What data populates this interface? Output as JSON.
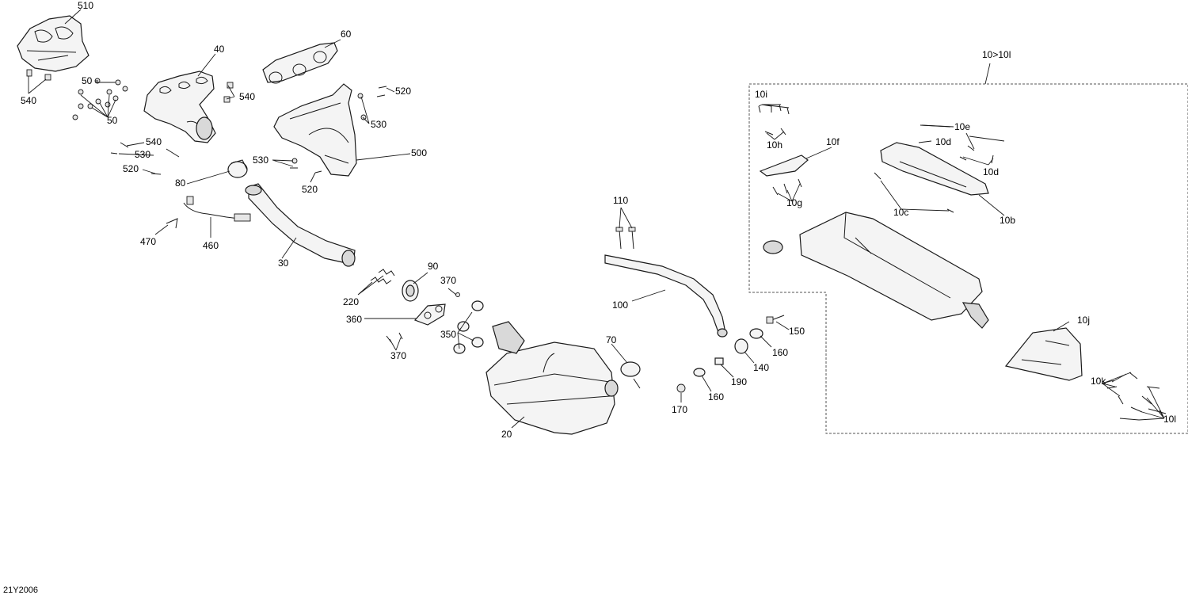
{
  "diagram_code": "21Y2006",
  "callouts": {
    "c510": "510",
    "c40": "40",
    "c60": "60",
    "c540a": "540",
    "c50a": "50",
    "c50b": "50",
    "c540b": "540",
    "c520a": "520",
    "c530a": "530",
    "c540c": "540",
    "c530b": "530",
    "c520b": "520",
    "c530c": "530",
    "c500": "500",
    "c520c": "520",
    "c80": "80",
    "c470": "470",
    "c460": "460",
    "c30": "30",
    "c220": "220",
    "c90": "90",
    "c370a": "370",
    "c360": "360",
    "c350": "350",
    "c370b": "370",
    "c20": "20",
    "c70": "70",
    "c110": "110",
    "c100": "100",
    "c150": "150",
    "c160a": "160",
    "c140": "140",
    "c190": "190",
    "c160b": "160",
    "c170": "170",
    "c10_10l": "10>10l",
    "c10i": "10i",
    "c10h": "10h",
    "c10f": "10f",
    "c10e": "10e",
    "c10d_a": "10d",
    "c10d_b": "10d",
    "c10g": "10g",
    "c10c": "10c",
    "c10b": "10b",
    "c10j": "10j",
    "c10k": "10k",
    "c10l": "10l"
  }
}
